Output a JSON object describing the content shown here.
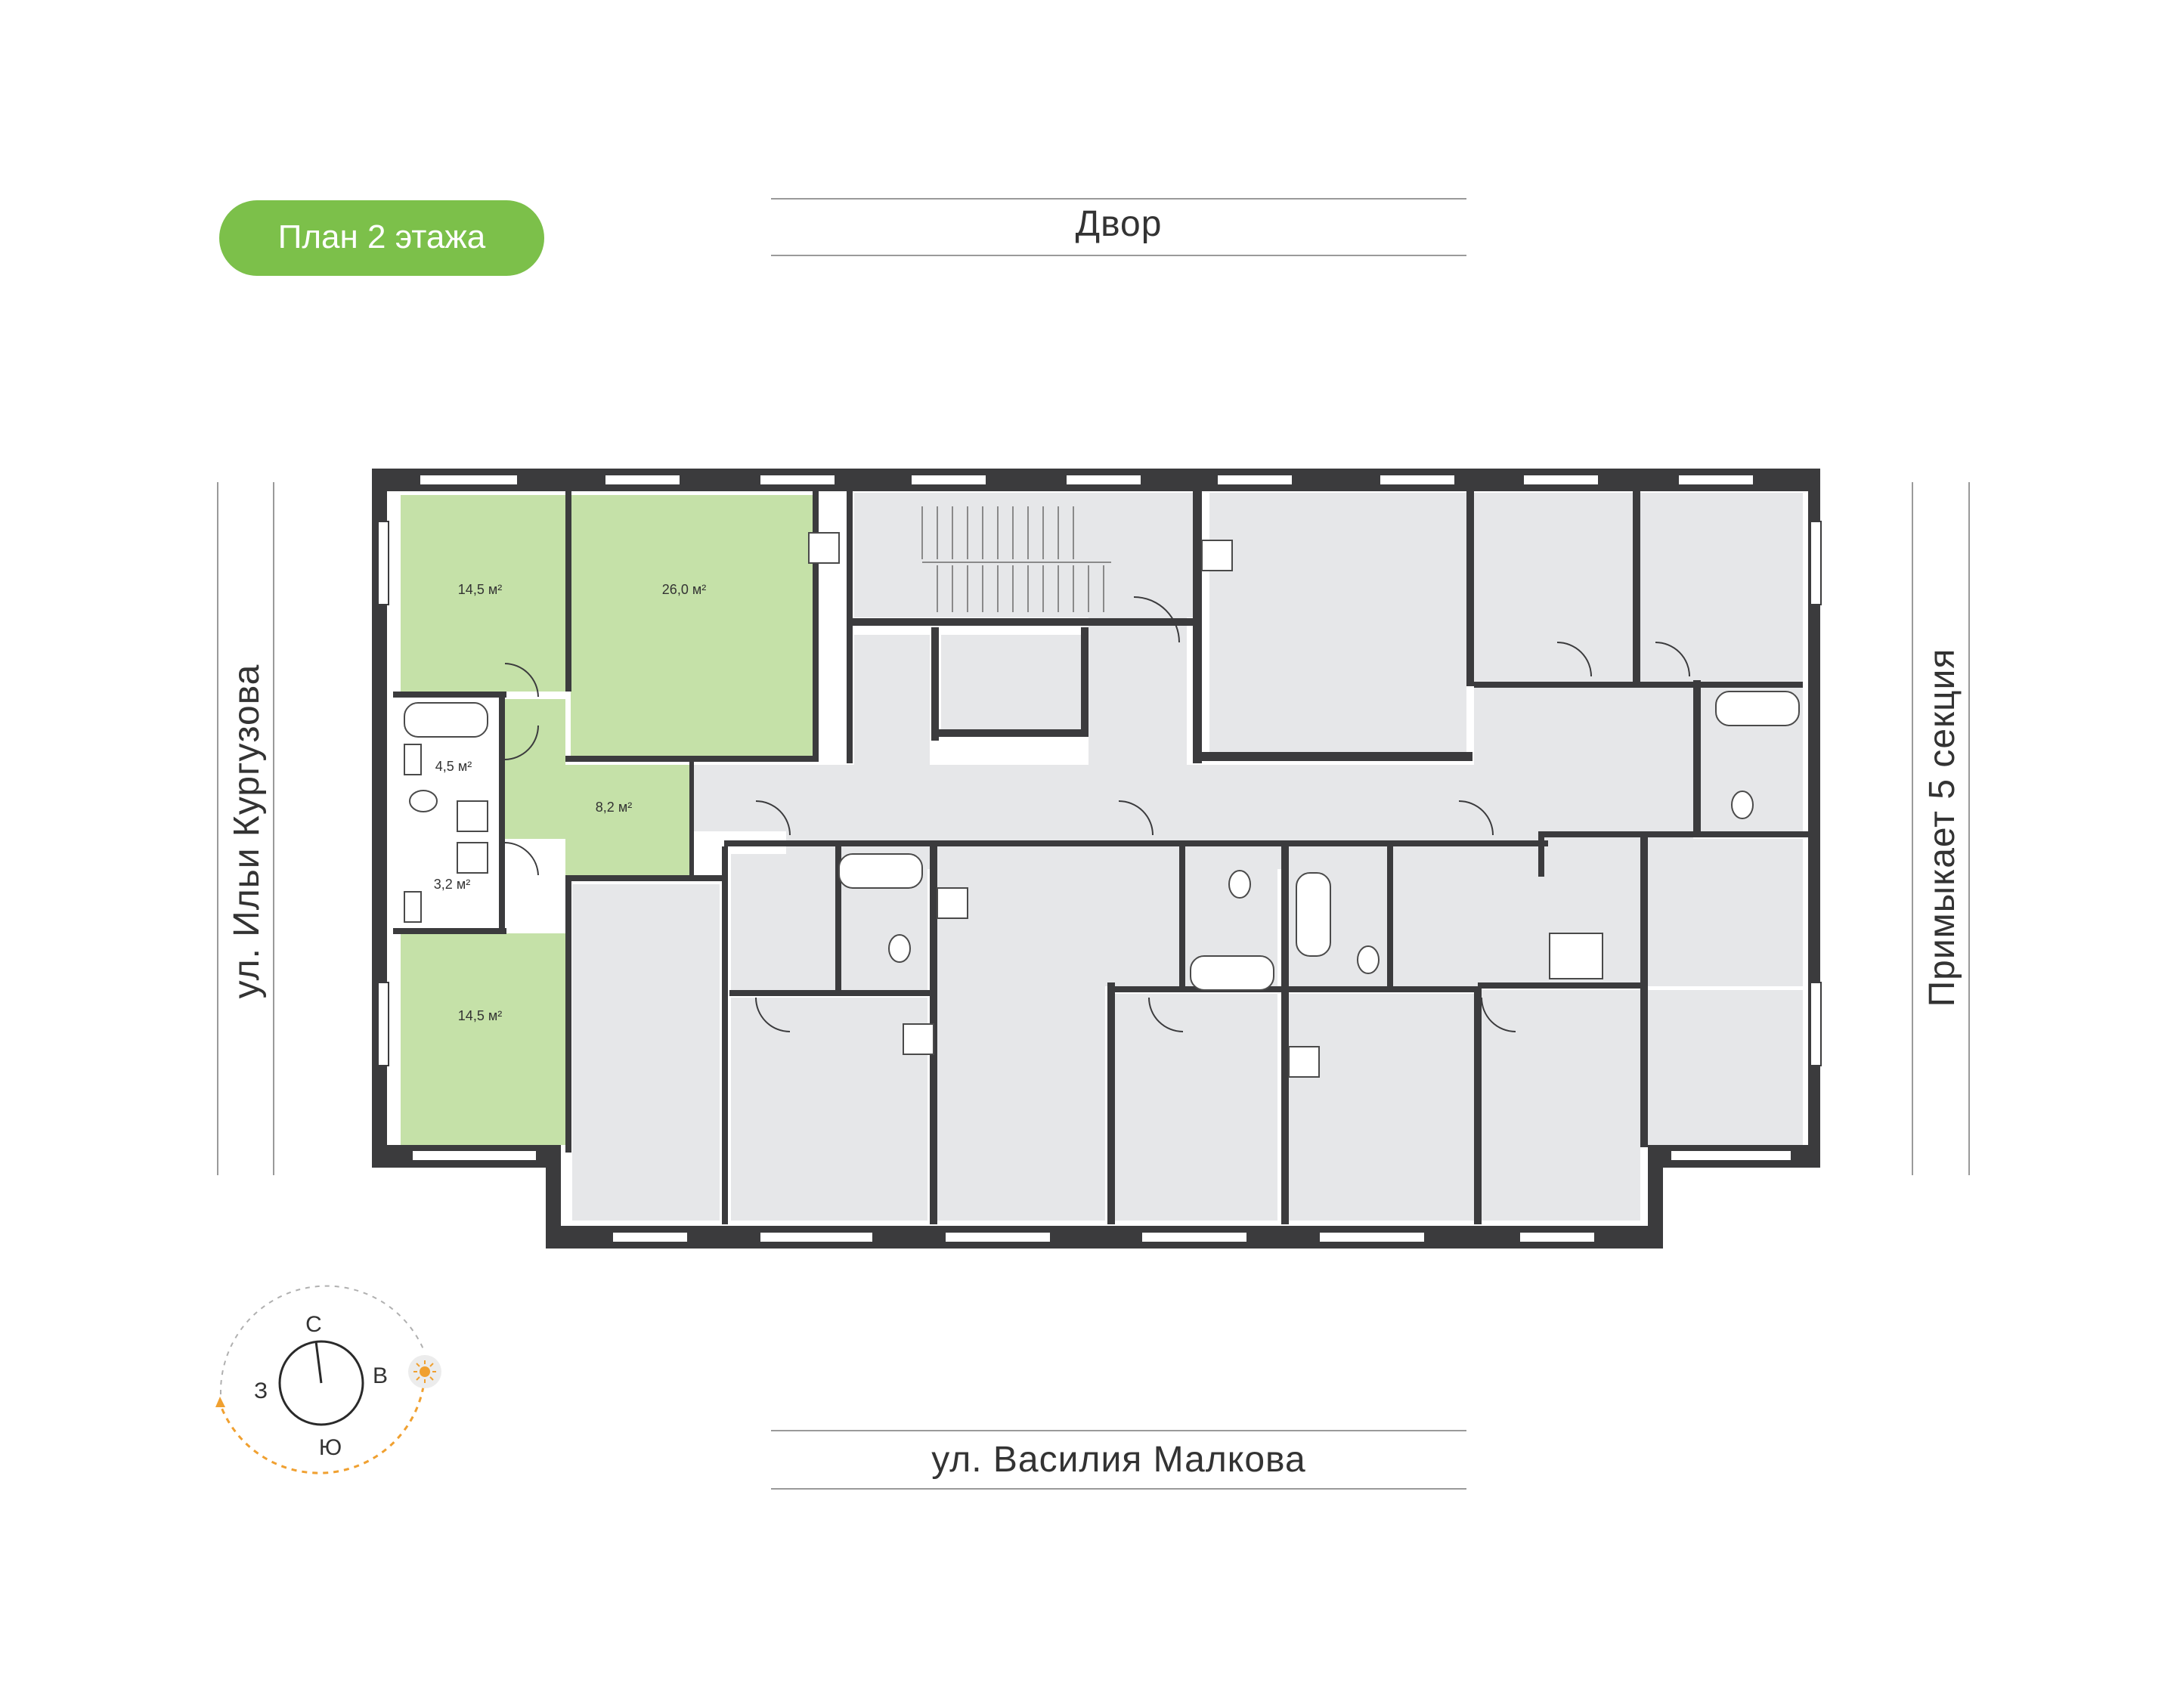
{
  "floor_badge": {
    "label": "План 2 этажа",
    "color": "#7cc04a"
  },
  "streets": {
    "top": "Двор",
    "bottom": "ул. Василия Малкова",
    "left": "ул. Ильи Кургузова",
    "right": "Примыкает 5 секция"
  },
  "selected_apartment": {
    "highlight_color": "#c5e1a8",
    "rooms": [
      {
        "id": "room-top-left",
        "area": "14,5 м²"
      },
      {
        "id": "room-living",
        "area": "26,0 м²"
      },
      {
        "id": "room-bathroom",
        "area": "4,5 м²"
      },
      {
        "id": "room-hall",
        "area": "8,2 м²"
      },
      {
        "id": "room-wc",
        "area": "3,2 м²"
      },
      {
        "id": "room-bottom-left",
        "area": "14,5 м²"
      }
    ]
  },
  "compass": {
    "north": "С",
    "east": "В",
    "south": "Ю",
    "west": "З",
    "sun_color": "#f0a030"
  },
  "colors": {
    "wall": "#3b3b3d",
    "floor": "#e6e7e9",
    "corridor": "#e6e7e9",
    "window": "#ffffff"
  },
  "icons": [
    "sun-icon",
    "compass-arrow-icon",
    "bathtub-icon",
    "toilet-icon",
    "sink-icon",
    "stove-icon",
    "shower-icon"
  ]
}
